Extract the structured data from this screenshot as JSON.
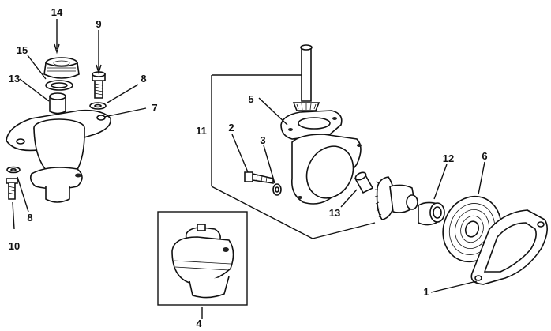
{
  "diagram": {
    "callouts": [
      "1",
      "2",
      "3",
      "4",
      "5",
      "6",
      "7",
      "8",
      "8",
      "9",
      "10",
      "11",
      "12",
      "13",
      "13",
      "14",
      "15"
    ]
  }
}
